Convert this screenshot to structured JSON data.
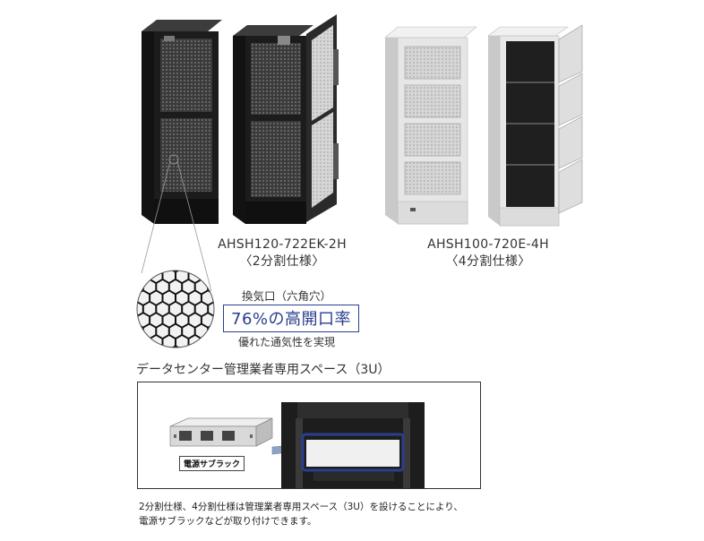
{
  "products": [
    {
      "model": "AHSH120-722EK-2H",
      "variant": "〈2分割仕様〉"
    },
    {
      "model": "AHSH100-720E-4H",
      "variant": "〈4分割仕様〉"
    }
  ],
  "ventilation": {
    "title": "換気口（六角穴）",
    "ratio_value": "76%",
    "ratio_label": "の高開口率",
    "note": "優れた通気性を実現"
  },
  "admin_space": {
    "title": "データセンター管理業者専用スペース（3U）",
    "psu_label": "電源サブラック"
  },
  "caption": {
    "line1": "2分割仕様、4分割仕様は管理業者専用スペース（3U）を設けることにより、",
    "line2": "電源サブラックなどが取り付けできます。"
  },
  "colors": {
    "accent_blue": "#2a3f8e",
    "cabinet_black": "#1c1c1c",
    "cabinet_white": "#e6e6e6"
  }
}
